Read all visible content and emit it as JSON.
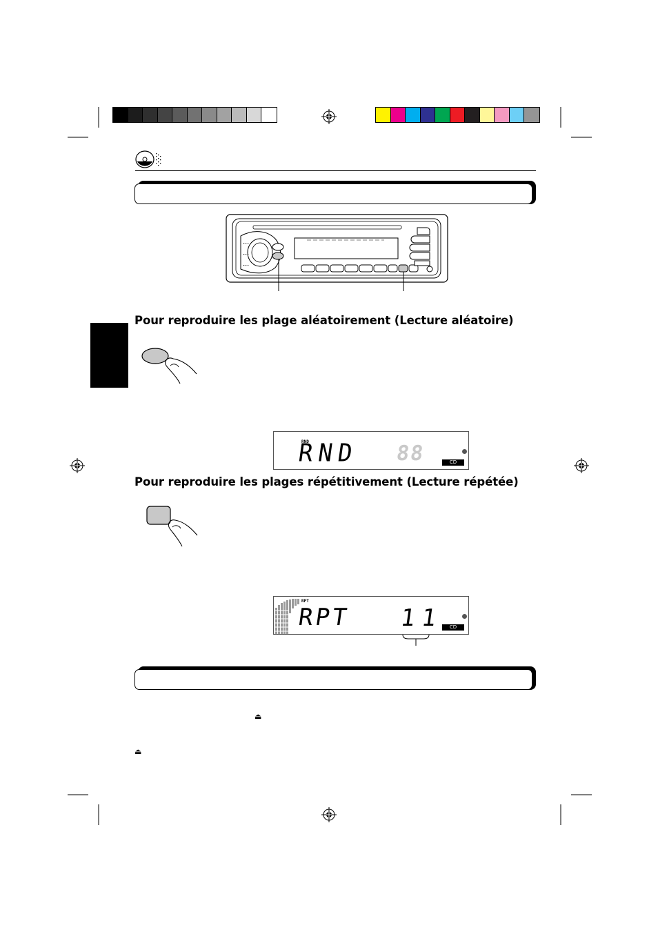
{
  "color_bar_left": [
    "#000000",
    "#1c1c1c",
    "#2f2f2f",
    "#444444",
    "#5b5b5b",
    "#727272",
    "#8a8a8a",
    "#a2a2a2",
    "#bbbbbb",
    "#d8d8d8",
    "#ffffff"
  ],
  "color_bar_right": [
    "#fff200",
    "#ec008c",
    "#00aeef",
    "#2e3192",
    "#00a651",
    "#ed1c24",
    "#231f20",
    "#fff799",
    "#f49ac1",
    "#6dcff6",
    "#959595"
  ],
  "headings": {
    "random": "Pour reproduire les plage aléatoirement (Lecture aléatoire)",
    "repeat": "Pour reproduire les plages répétitivement (Lecture répétée)"
  },
  "displays": {
    "random": {
      "indicator": "RND",
      "main": "RND",
      "ghost_digits": "88",
      "source": "CD"
    },
    "repeat": {
      "indicator": "RPT",
      "main": "RPT",
      "track": "11",
      "source": "CD"
    }
  },
  "eject_symbol": "⏏",
  "colors": {
    "tab": "#000000",
    "bar_shadow": "#000000",
    "button_fill": "#c8c8c8"
  },
  "icons": [
    "cd-icon",
    "registration-mark-icon",
    "finger-press-icon",
    "eject-icon"
  ]
}
